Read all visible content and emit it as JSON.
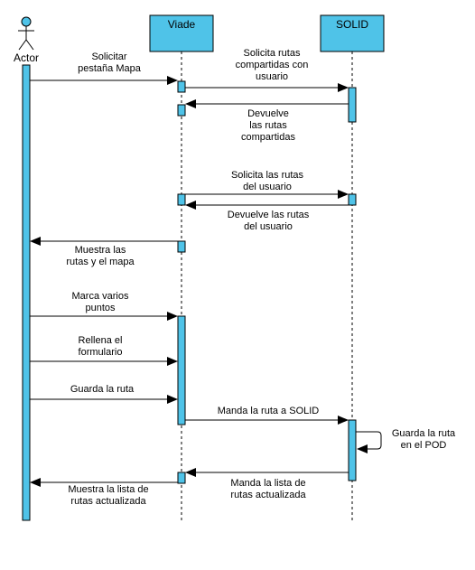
{
  "participants": {
    "actor": "Actor",
    "viade": "Viade",
    "solid": "SOLID"
  },
  "messages": [
    {
      "id": "m1",
      "lines": [
        "Solicitar",
        "pestaña Mapa"
      ]
    },
    {
      "id": "m2",
      "lines": [
        "Solicita rutas",
        "compartidas con",
        "usuario"
      ]
    },
    {
      "id": "m3",
      "lines": [
        "Devuelve",
        "las rutas",
        "compartidas"
      ]
    },
    {
      "id": "m4",
      "lines": [
        "Solicita las rutas",
        "del usuario"
      ]
    },
    {
      "id": "m5",
      "lines": [
        "Devuelve las rutas",
        "del usuario"
      ]
    },
    {
      "id": "m6",
      "lines": [
        "Muestra las",
        "rutas y el mapa"
      ]
    },
    {
      "id": "m7",
      "lines": [
        "Marca varios",
        "puntos"
      ]
    },
    {
      "id": "m8",
      "lines": [
        "Rellena el",
        "formulario"
      ]
    },
    {
      "id": "m9",
      "lines": [
        "Guarda la ruta"
      ]
    },
    {
      "id": "m10",
      "lines": [
        "Manda la ruta a SOLID"
      ]
    },
    {
      "id": "m11",
      "lines": [
        "Guarda la ruta",
        "en el POD"
      ]
    },
    {
      "id": "m12",
      "lines": [
        "Manda la lista de",
        "rutas actualizada"
      ]
    },
    {
      "id": "m13",
      "lines": [
        "Muestra la lista de",
        "rutas actualizada"
      ]
    }
  ],
  "colors": {
    "lifeline_fill": "#4fc3e8",
    "stroke": "#000000"
  }
}
